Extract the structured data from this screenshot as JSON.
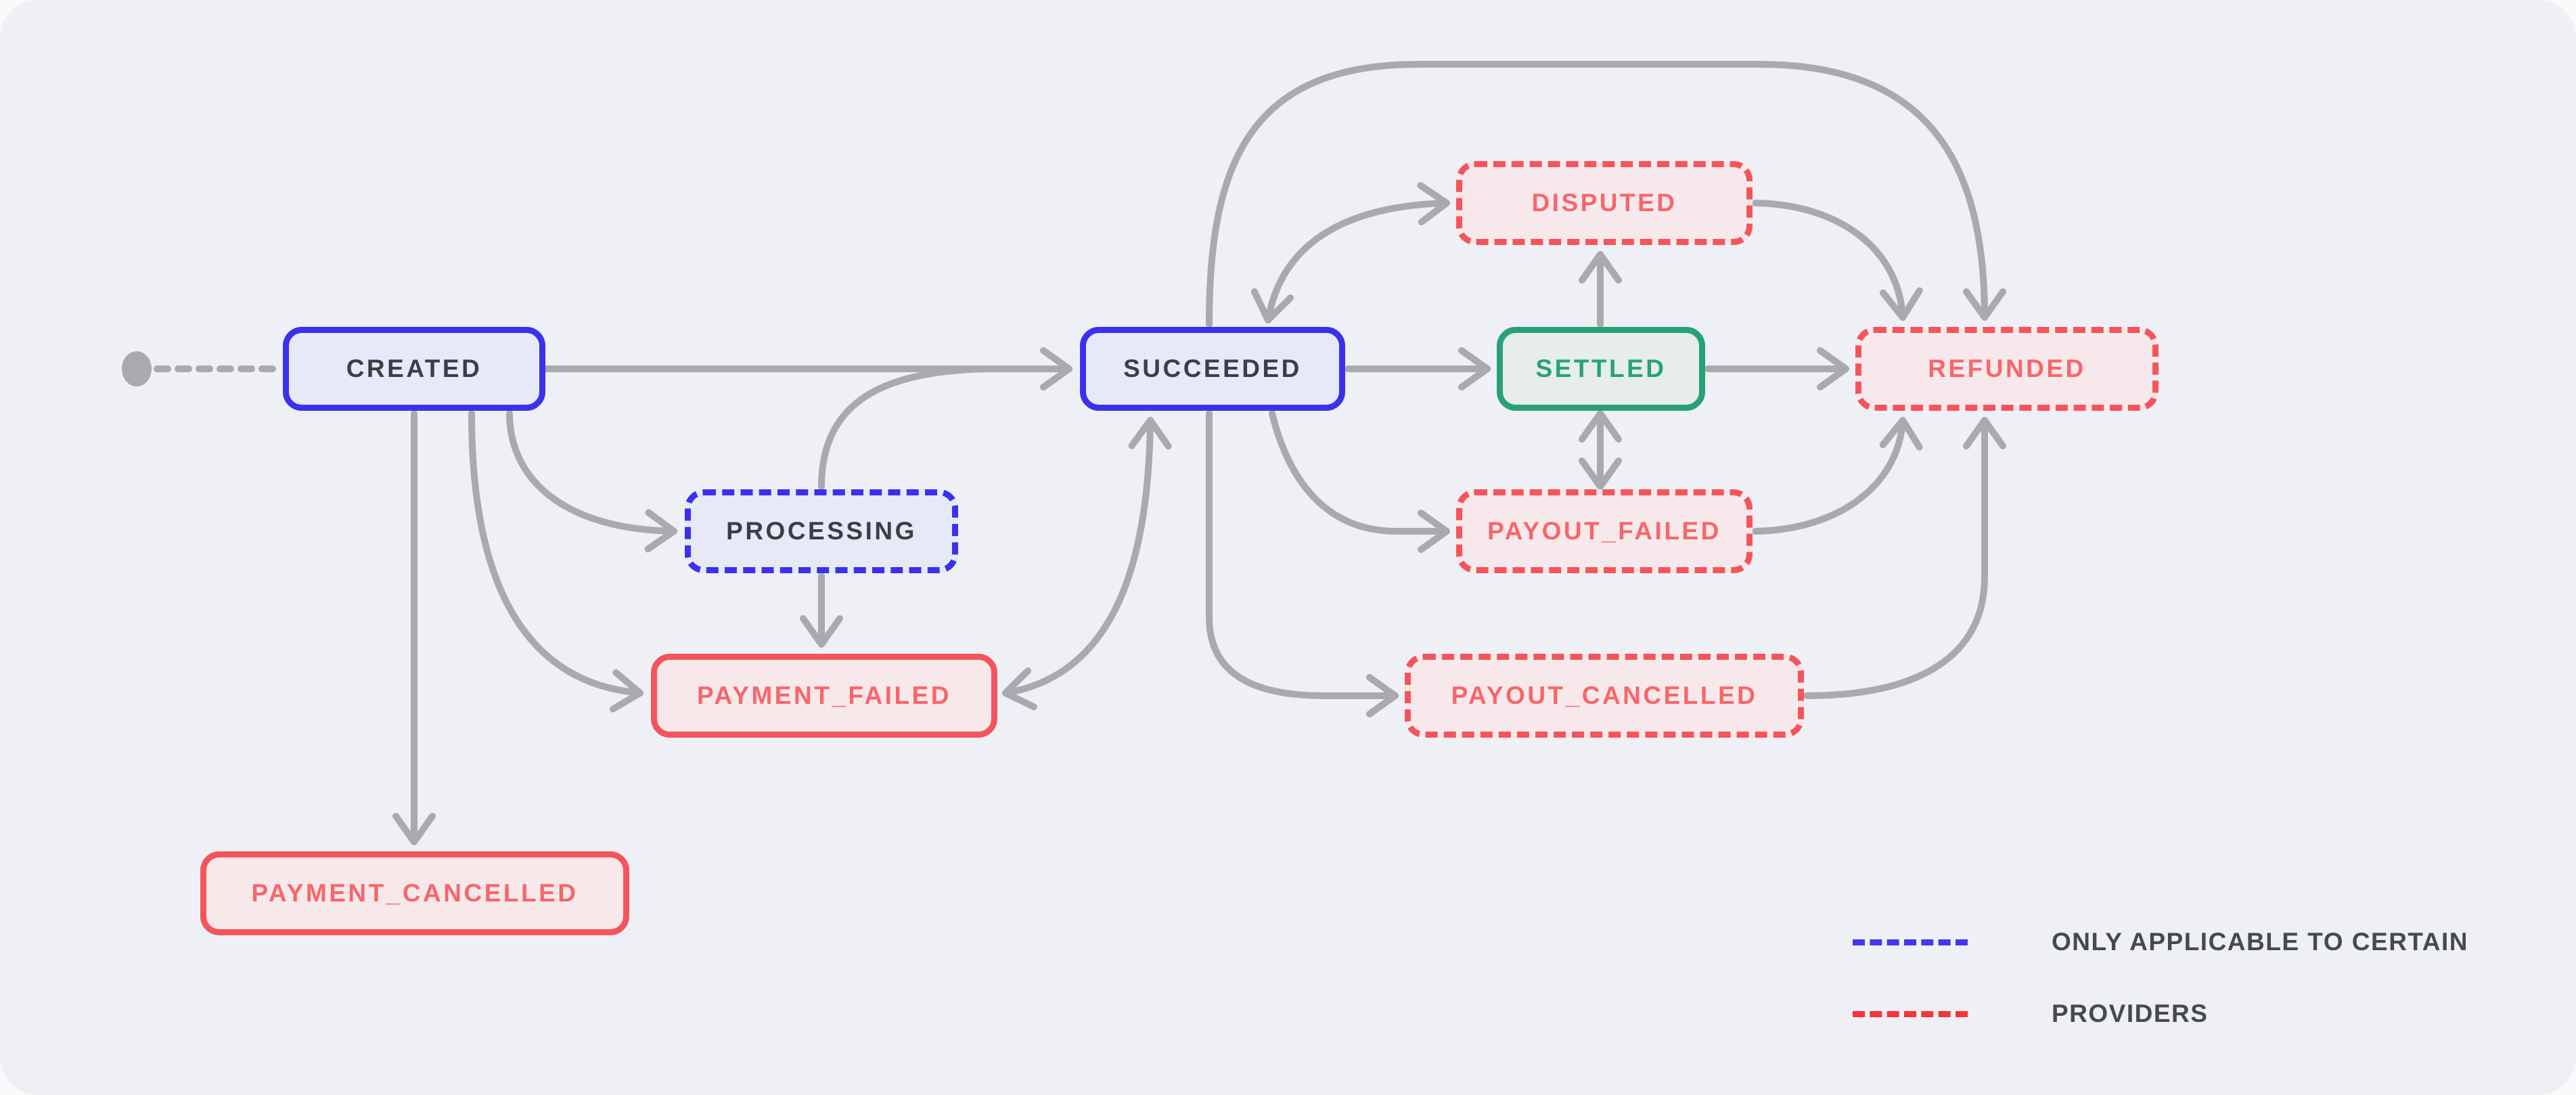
{
  "diagram": {
    "description": "Payment state transition diagram",
    "nodes": {
      "created": {
        "label": "CREATED",
        "variant": "solid-blue"
      },
      "processing": {
        "label": "PROCESSING",
        "variant": "dashed-blue"
      },
      "payment_failed": {
        "label": "PAYMENT_FAILED",
        "variant": "solid-red"
      },
      "payment_cancelled": {
        "label": "PAYMENT_CANCELLED",
        "variant": "solid-red"
      },
      "succeeded": {
        "label": "SUCCEEDED",
        "variant": "solid-blue"
      },
      "settled": {
        "label": "SETTLED",
        "variant": "solid-green"
      },
      "disputed": {
        "label": "DISPUTED",
        "variant": "dashed-red"
      },
      "payout_failed": {
        "label": "PAYOUT_FAILED",
        "variant": "dashed-red"
      },
      "payout_cancelled": {
        "label": "PAYOUT_CANCELLED",
        "variant": "dashed-red"
      },
      "refunded": {
        "label": "REFUNDED",
        "variant": "dashed-red"
      }
    },
    "edges": [
      {
        "from": "start",
        "to": "created",
        "style": "dotted"
      },
      {
        "from": "created",
        "to": "succeeded",
        "style": "solid"
      },
      {
        "from": "created",
        "to": "processing",
        "style": "solid"
      },
      {
        "from": "created",
        "to": "payment_failed",
        "style": "solid"
      },
      {
        "from": "created",
        "to": "payment_cancelled",
        "style": "solid"
      },
      {
        "from": "processing",
        "to": "succeeded",
        "style": "solid"
      },
      {
        "from": "processing",
        "to": "payment_failed",
        "style": "solid"
      },
      {
        "from": "succeeded",
        "to": "payment_failed",
        "style": "solid",
        "bidirectional": true
      },
      {
        "from": "succeeded",
        "to": "settled",
        "style": "solid"
      },
      {
        "from": "succeeded",
        "to": "disputed",
        "style": "solid",
        "bidirectional": true
      },
      {
        "from": "succeeded",
        "to": "payout_failed",
        "style": "solid"
      },
      {
        "from": "succeeded",
        "to": "payout_cancelled",
        "style": "solid"
      },
      {
        "from": "succeeded",
        "to": "refunded",
        "style": "solid"
      },
      {
        "from": "settled",
        "to": "disputed",
        "style": "solid"
      },
      {
        "from": "settled",
        "to": "payout_failed",
        "style": "solid",
        "bidirectional": true
      },
      {
        "from": "settled",
        "to": "refunded",
        "style": "solid"
      },
      {
        "from": "disputed",
        "to": "refunded",
        "style": "solid"
      },
      {
        "from": "payout_failed",
        "to": "refunded",
        "style": "solid"
      },
      {
        "from": "payout_cancelled",
        "to": "refunded",
        "style": "solid"
      }
    ],
    "legend": {
      "items": [
        {
          "swatch": "blue-dashed",
          "label": "ONLY APPLICABLE TO CERTAIN"
        },
        {
          "swatch": "red-dashed",
          "label": "PROVIDERS"
        }
      ]
    },
    "colors": {
      "panel_bg": "#eff0f5",
      "page_bg": "#fafafa",
      "edge_gray": "#a8aaae",
      "blue": "#3a30ee",
      "blue_fill": "#e8e9f8",
      "red": "#f4555c",
      "red_text": "#f8666a",
      "red_fill": "#f7e9eb",
      "green": "#27a278",
      "green_fill": "#e6edea",
      "dark_text": "#3b3e43",
      "legend_text": "#46494e",
      "legend_blue": "#4038f2",
      "legend_red": "#f2363c"
    }
  }
}
